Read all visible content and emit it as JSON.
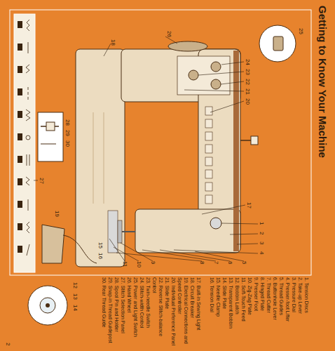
{
  "diagram": {
    "title": "Getting to Know Your Machine",
    "labels": [
      "1",
      "2",
      "3",
      "4",
      "5",
      "6",
      "7",
      "8",
      "9",
      "10",
      "11",
      "12",
      "13",
      "14",
      "15",
      "16",
      "17",
      "18",
      "19",
      "20",
      "21",
      "22",
      "23",
      "24",
      "25",
      "26",
      "27",
      "28",
      "29",
      "30",
      "1. Tension Discs",
      "2. Take-up Lever",
      "3. Pressure Dial",
      "4. Presser-foot Lifter",
      "5. Thread Guides",
      "6. Buttonhole Lever",
      "7. Thread Cutter",
      "8. Hinged Plate",
      "9. Presser Foot",
      "10. Zig-Zag Plate",
      "11. Soft-Touch Feed",
      "12. Bobbin Latch",
      "13. Transparent Bobbin",
      "14. Slide Plate",
      "15. Needle Clamp",
      "16. Tension Dial",
      "17. Built-in Sewing Light",
      "18. Circuit Breaker",
      "19. Electrical Connections and Speed Controller",
      "20. Individual Preference Panel",
      "21. Slide Plate",
      "22. Reverse Stitch-balance Control",
      "23. Twin-needle Switch",
      "24. Stitch-width Control",
      "25. Power and Light Switch",
      "26. Hand Wheel",
      "27. Stitch Selection Panel",
      "28. Spool Pin and Holder",
      "29. Snap-in Thread Guidepost",
      "30. Rear Thread Guide",
      "2"
    ]
  }
}
